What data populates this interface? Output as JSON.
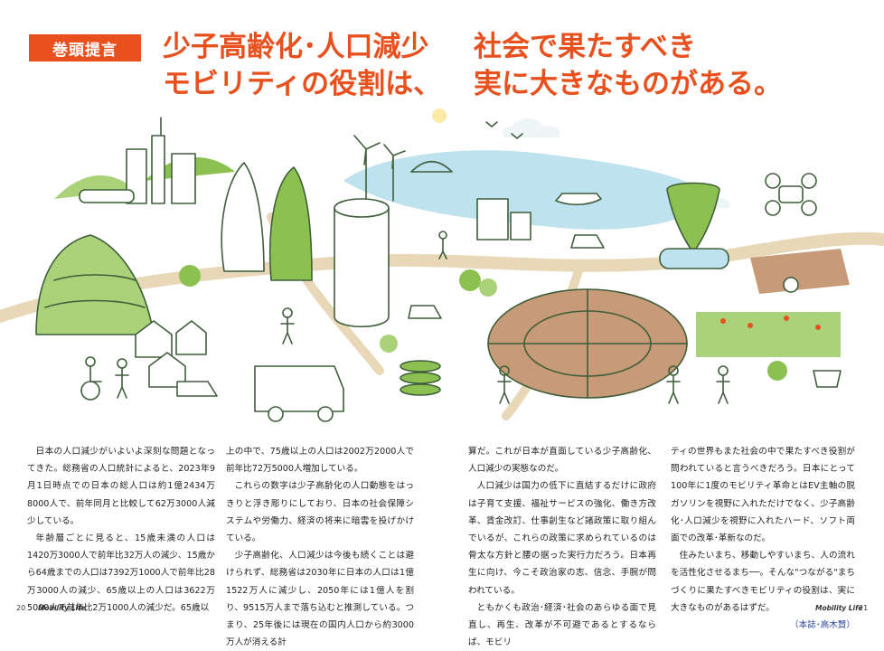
{
  "tag": "巻頭提言",
  "headline": {
    "left_line1": "少子高齢化･人口減少",
    "left_line2": "モビリティの役割は、",
    "right_line1": "社会で果たすべき",
    "right_line2": "実に大きなものがある。"
  },
  "columns": {
    "col1": [
      "日本の人口減少がいよいよ深刻な問題となってきた。総務省の人口統計によると、2023年9月1日時点での日本の総人口は約1億2434万8000人で、前年同月と比較して62万3000人減少している。",
      "年齢層ごとに見ると、15歳未満の人口は1420万3000人で前年比32万人の減少、15歳から64歳までの人口は7392万1000人で前年比28万3000人の減少、65歳以上の人口は3622万5000人で前年比2万1000人の減少だ。65歳以"
    ],
    "col2": [
      "上の中で、75歳以上の人口は2002万2000人で前年比72万5000人増加している。",
      "これらの数字は少子高齢化の人口動態をはっきりと浮き彫りにしており、日本の社会保障システムや労働力、経済の将来に暗雲を投げかけている。",
      "少子高齢化、人口減少は今後も続くことは避けられず、総務省は2030年に日本の人口は1億1522万人に減少し、2050年には1億人を割り、9515万人まで落ち込むと推測している。つまり、25年後には現在の国内人口から約3000万人が消える計"
    ],
    "col3": [
      "算だ。これが日本が直面している少子高齢化、人口減少の実態なのだ。",
      "人口減少は国力の低下に直結するだけに政府は子育て支援、福祉サービスの強化、働き方改革、賃金改訂、仕事創生など諸政策に取り組んでいるが、これらの政策に求められているのは骨太な方針と腰の据った実行力だろう。日本再生に向け、今こそ政治家の志、信念、手腕が問われている。",
      "ともかくも政治･経済･社会のあらゆる面で見直し、再生、改革が不可避であるとするならば、モビリ"
    ],
    "col4": [
      "ティの世界もまた社会の中で果たすべき役割が問われていると言うべきだろう。日本にとって100年に1度のモビリティ革命とはEV主軸の脱ガソリンを視野に入れただけでなく、少子高齢化･人口減少を視野に入れたハード、ソフト両面での改革･革新なのだ。",
      "住みたいまち、移動しやすいまち、人の流れを活性化させるまち──。そんな\"つながる\"まちづくりに果たすべきモビリティの役割は、実に大きなものがあるはずだ。"
    ],
    "byline": "（本誌･高木賢）"
  },
  "footer": {
    "page_left": "20",
    "brand_left": "Mobility Life",
    "brand_right": "Mobility Life",
    "page_right": "21"
  },
  "colors": {
    "accent": "#e8501e",
    "illustration_line": "#3f5e3a",
    "green": "#8cc152",
    "sea": "#bfe3ee",
    "soil": "#c79a78",
    "byline": "#2b4aa0"
  }
}
